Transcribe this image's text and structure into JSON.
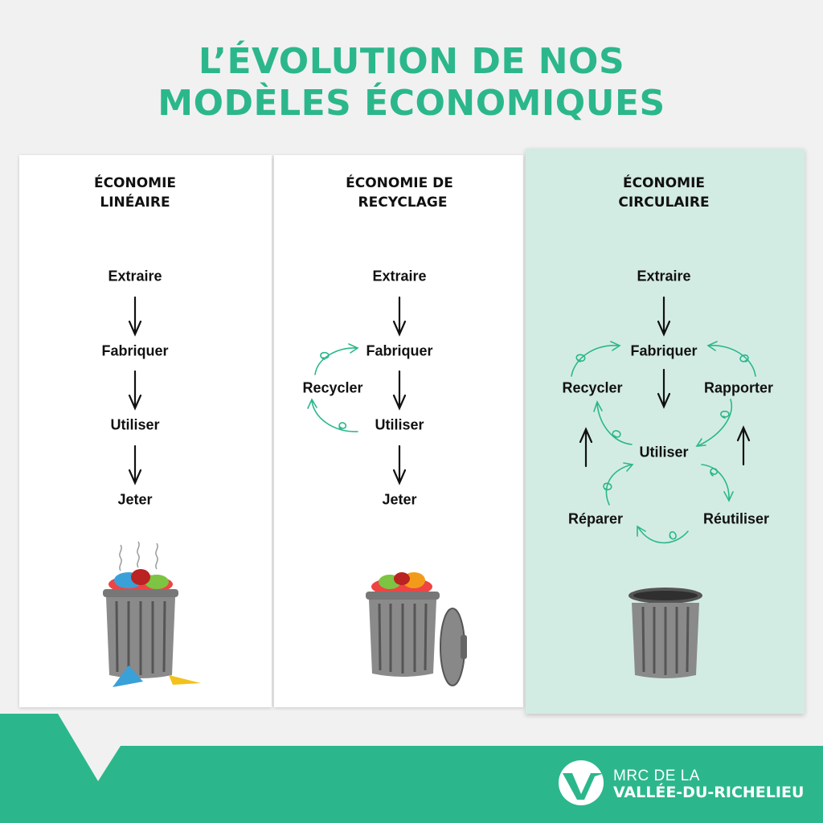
{
  "title": {
    "line1": "L’ÉVOLUTION DE NOS",
    "line2": "MODÈLES ÉCONOMIQUES"
  },
  "colors": {
    "accent": "#2bb78b",
    "mint": "#d3ece3",
    "background": "#f1f1f1"
  },
  "panels": [
    {
      "header1": "ÉCONOMIE",
      "header2": "LINÉAIRE",
      "steps": [
        "Extraire",
        "Fabriquer",
        "Utiliser",
        "Jeter"
      ]
    },
    {
      "header1": "ÉCONOMIE DE",
      "header2": "RECYCLAGE",
      "steps": [
        "Extraire",
        "Fabriquer",
        "Utiliser",
        "Jeter"
      ],
      "loop": "Recycler"
    },
    {
      "header1": "ÉCONOMIE",
      "header2": "CIRCULAIRE",
      "steps": [
        "Extraire",
        "Fabriquer",
        "Utiliser"
      ],
      "loops": [
        "Recycler",
        "Rapporter",
        "Réparer",
        "Réutiliser"
      ]
    }
  ],
  "logo": {
    "line1": "MRC DE LA",
    "line2": "VALLÉE-DU-RICHELIEU"
  }
}
